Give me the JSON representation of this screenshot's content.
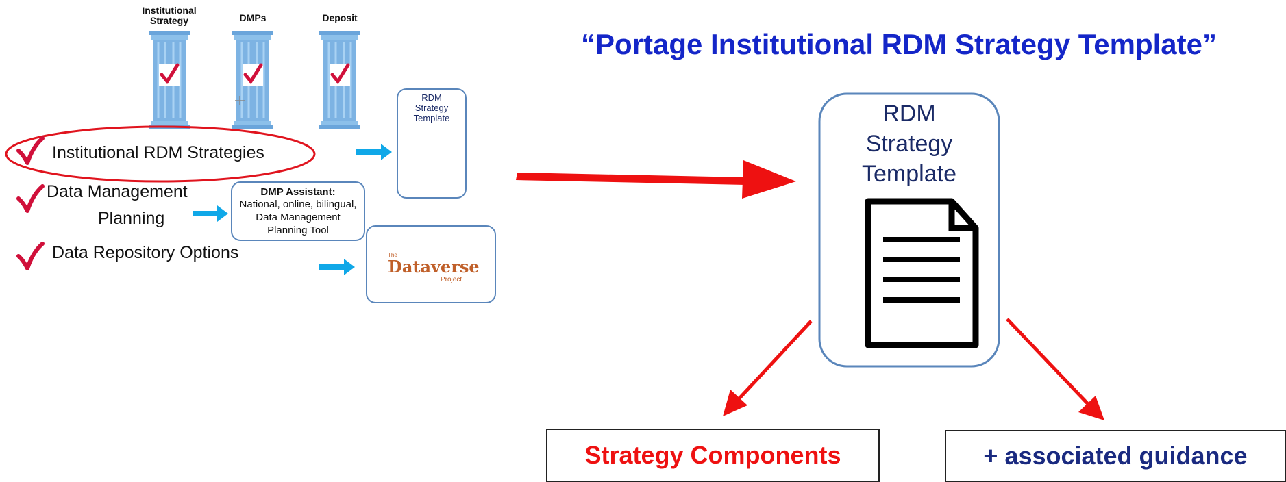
{
  "pillars": [
    {
      "label": "Institutional\nStrategy"
    },
    {
      "label": "DMPs"
    },
    {
      "label": "Deposit"
    }
  ],
  "list_items": [
    {
      "line1": "Institutional RDM Strategies"
    },
    {
      "line1": "Data Management",
      "line2": "Planning"
    },
    {
      "line1": "Data Repository Options"
    }
  ],
  "rdm_template_box": {
    "label": "RDM\nStrategy\nTemplate"
  },
  "dmp_assistant_box": {
    "title": "DMP Assistant:",
    "description": "National, online, bilingual,\nData Management\nPlanning Tool"
  },
  "dataverse_logo": {
    "the": "The",
    "name": "Dataverse",
    "project": "Project"
  },
  "main_title": "“Portage Institutional RDM Strategy Template”",
  "big_template": {
    "label": "RDM\nStrategy\nTemplate"
  },
  "outputs": {
    "left": "Strategy Components",
    "right": "+ associated guidance"
  },
  "colors": {
    "title": "#1426c8",
    "arrow_red": "#ee1111",
    "arrow_blue": "#10a8e8",
    "pillar": "#7db3e3",
    "check": "#d0103a",
    "box_border": "#5a86bb",
    "output_left_text": "#ee1111",
    "output_right_text": "#1a2a80",
    "dataverse": "#c0602a"
  },
  "icons": [
    "checkmark-icon",
    "document-icon",
    "arrow-icon",
    "pillar-icon",
    "dataverse-logo"
  ]
}
